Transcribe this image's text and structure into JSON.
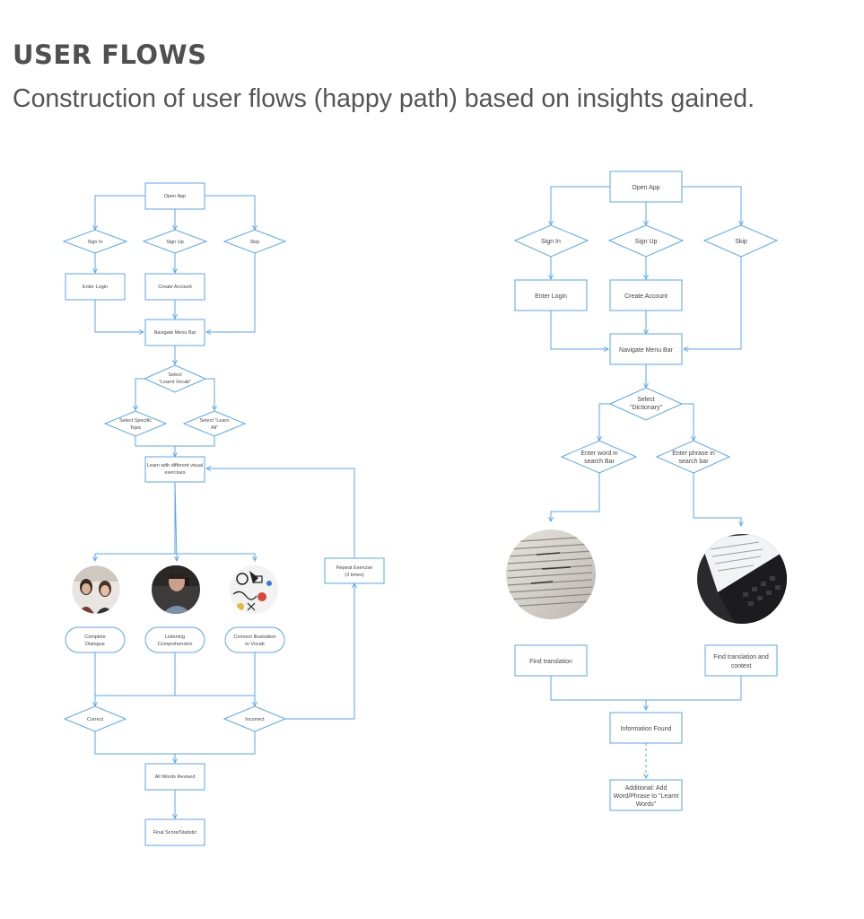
{
  "header": {
    "title": "USER FLOWS",
    "subtitle": "Construction of user flows (happy path) based on insights gained."
  },
  "flow_vocab": {
    "open_app": "Open App",
    "sign_in": "Sign In",
    "sign_up": "Sign Up",
    "skip": "Skip",
    "enter_login": "Enter Login",
    "create_account": "Create Account",
    "navigate_menu": "Navigate Menu Bar",
    "select_learnt_1": "Select",
    "select_learnt_2": "\"Learnt Vocab\"",
    "select_topic_1": "Select Specific",
    "select_topic_2": "Topic",
    "select_learn_all_1": "Select \"Learn",
    "select_learn_all_2": "All\"",
    "learn_visual_1": "Learn with different visual",
    "learn_visual_2": "exercises",
    "repeat_1": "Repeat Exercise",
    "repeat_2": "(3 times)",
    "complete_dialogue_1": "Complete",
    "complete_dialogue_2": "Dialogue",
    "listening_1": "Listening",
    "listening_2": "Comprehension",
    "connect_1": "Connect Illustration",
    "connect_2": "to Vocab",
    "correct": "Correct",
    "incorrect": "Incorrect",
    "all_words": "All Words Revised",
    "final_score": "Final Score/Statistic"
  },
  "flow_dictionary": {
    "open_app": "Open App",
    "sign_in": "Sign In",
    "sign_up": "Sign Up",
    "skip": "Skip",
    "enter_login": "Enter Login",
    "create_account": "Create Account",
    "navigate_menu": "Navigate Menu Bar",
    "select_dict_1": "Select",
    "select_dict_2": "\"Dictionary\"",
    "enter_word_1": "Enter word in",
    "enter_word_2": "search Bar",
    "enter_phrase_1": "Enter phrase in",
    "enter_phrase_2": "search bar",
    "find_translation": "Find translation",
    "find_context_1": "Find translation and",
    "find_context_2": "context",
    "info_found": "Information Found",
    "additional_1": "Additional: Add",
    "additional_2": "Word/Phrase to \"Learnt",
    "additional_3": "Words\""
  },
  "colors": {
    "line": "#5aa6ec",
    "title": "#505050",
    "text": "#444444"
  }
}
